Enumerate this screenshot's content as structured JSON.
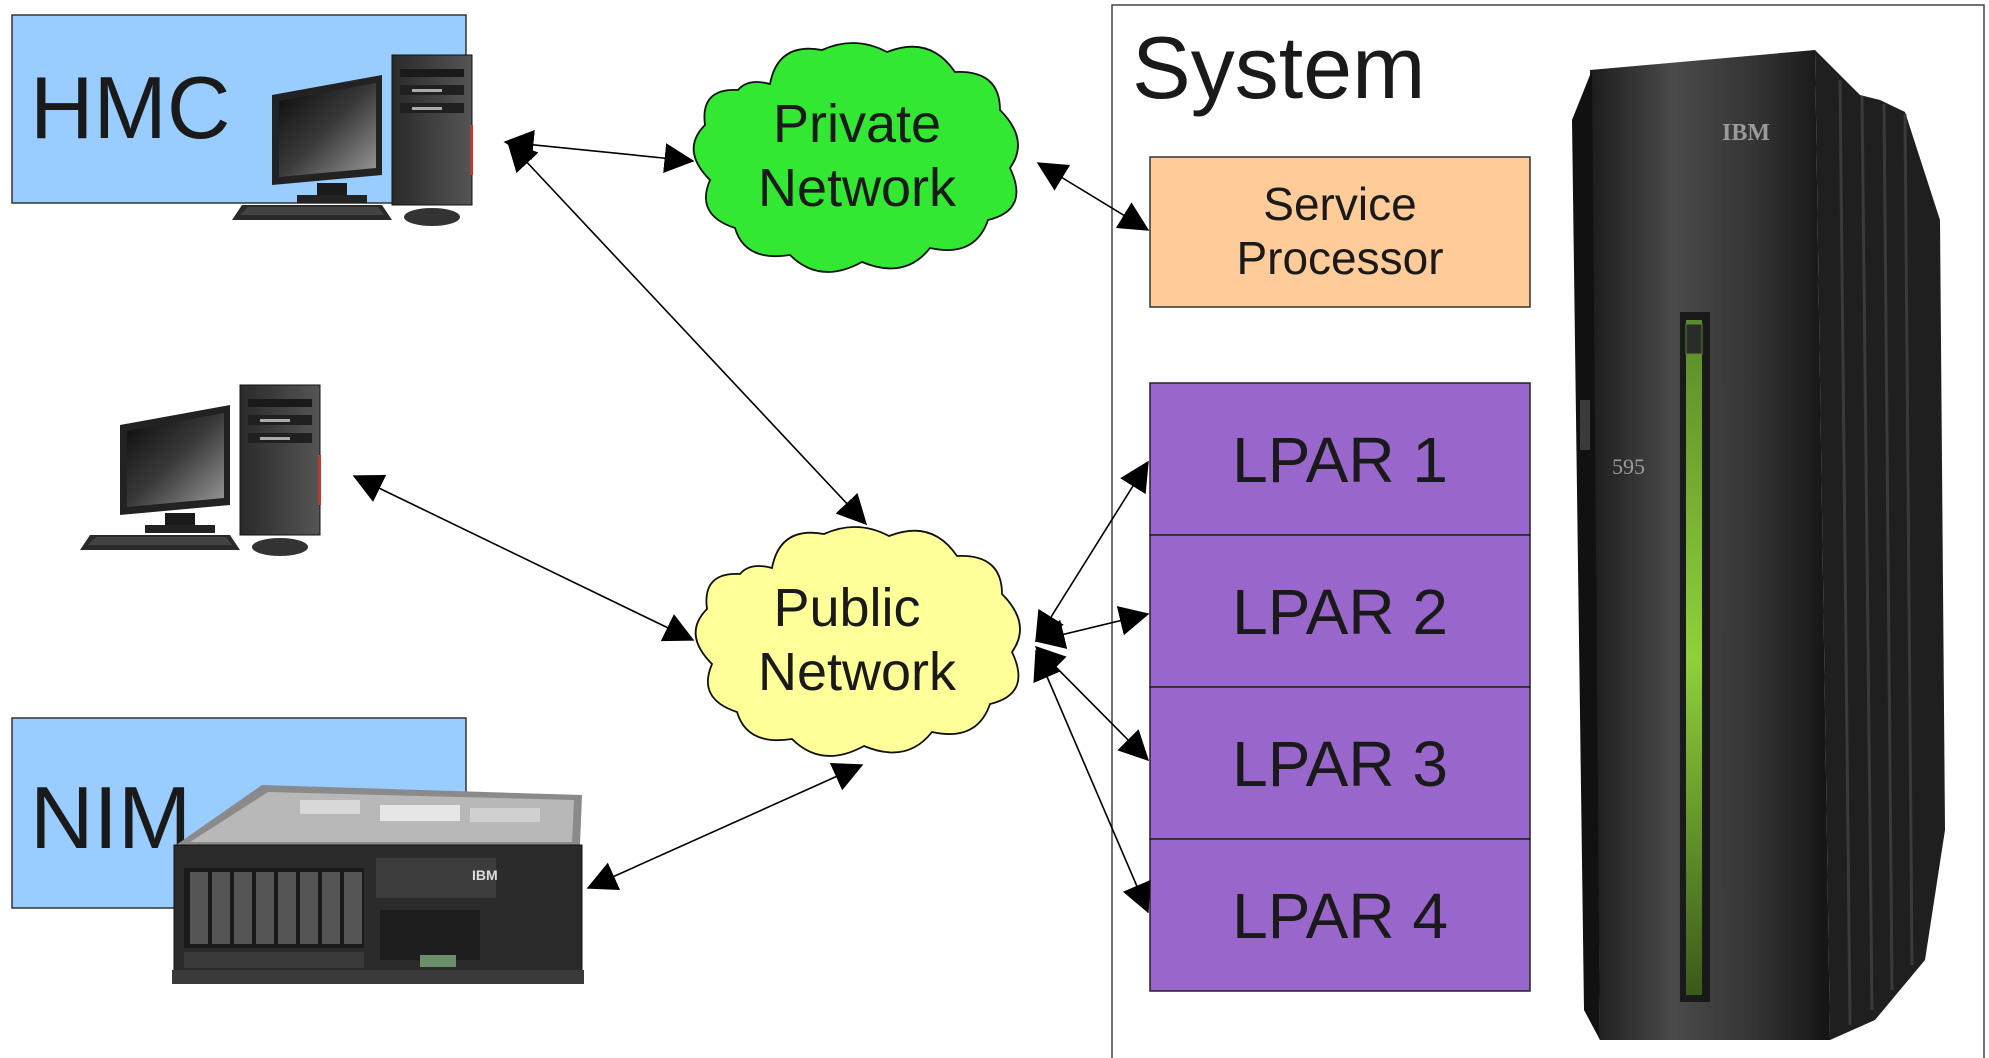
{
  "hmc": {
    "label": "HMC",
    "color": "#99ccff"
  },
  "nim": {
    "label": "NIM",
    "color": "#99ccff"
  },
  "private_network": {
    "line1": "Private",
    "line2": "Network",
    "color": "#33e833"
  },
  "public_network": {
    "line1": "Public",
    "line2": "Network",
    "color": "#ffff99"
  },
  "system": {
    "title": "System",
    "service_processor": {
      "line1": "Service",
      "line2": "Processor",
      "color": "#ffcc99"
    },
    "lpars": [
      "LPAR 1",
      "LPAR 2",
      "LPAR 3",
      "LPAR 4"
    ],
    "lpar_color": "#9966cc"
  },
  "server": {
    "brand": "IBM",
    "model": "595"
  },
  "nim_server": {
    "brand": "IBM"
  }
}
